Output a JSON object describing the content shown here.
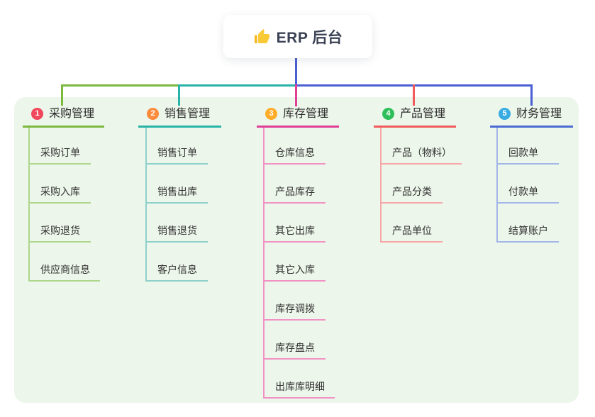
{
  "root": {
    "title": "ERP 后台",
    "icon": "thumbs-up-icon"
  },
  "branches": [
    {
      "num": "1",
      "label": "采购管理",
      "color": "#7cb93f",
      "badge_color": "#f0475c",
      "items": [
        "采购订单",
        "采购入库",
        "采购退货",
        "供应商信息"
      ]
    },
    {
      "num": "2",
      "label": "销售管理",
      "color": "#27b3a8",
      "badge_color": "#fb8b3d",
      "items": [
        "销售订单",
        "销售出库",
        "销售退货",
        "客户信息"
      ]
    },
    {
      "num": "3",
      "label": "库存管理",
      "color": "#e03d96",
      "badge_color": "#ffad29",
      "items": [
        "仓库信息",
        "产品库存",
        "其它出库",
        "其它入库",
        "库存调拨",
        "库存盘点",
        "出库库明细"
      ]
    },
    {
      "num": "4",
      "label": "产品管理",
      "color": "#f15b5b",
      "badge_color": "#2ebf5b",
      "items": [
        "产品（物料）",
        "产品分类",
        "产品单位"
      ]
    },
    {
      "num": "5",
      "label": "财务管理",
      "color": "#4a6ad4",
      "badge_color": "#38ace2",
      "items": [
        "回款单",
        "付款单",
        "结算账户"
      ]
    }
  ],
  "colors": {
    "canvas_bg": "#ffffff",
    "panel_bg": "#ecf6ea",
    "root_connector": "#4a5fd3"
  }
}
